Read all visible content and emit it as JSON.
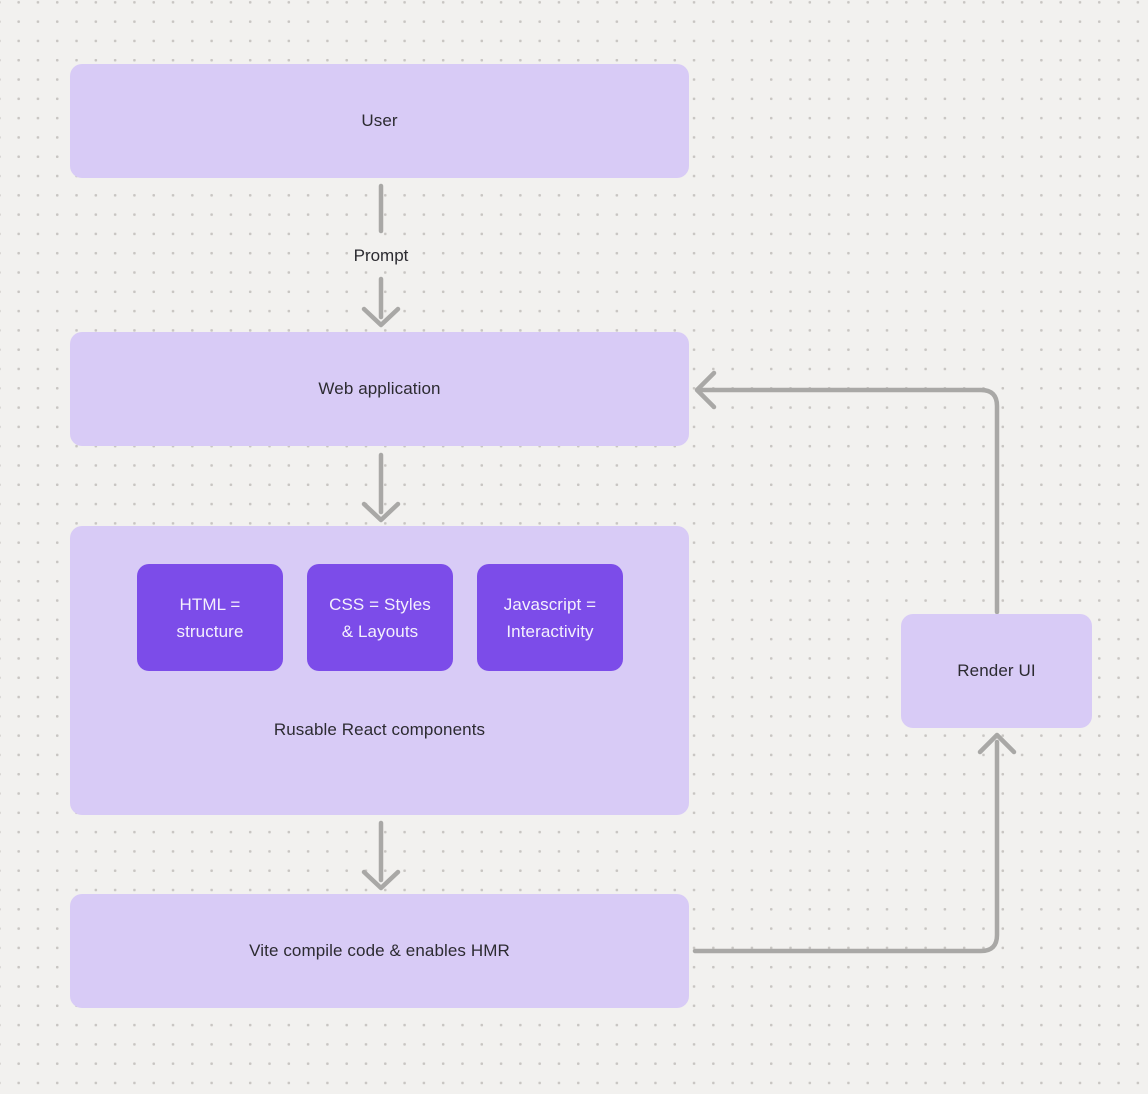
{
  "theme": {
    "canvas_bg": "#f2f1ef",
    "dot_color": "#c8c5c2",
    "box_fill_light": "#d8cbf6",
    "box_fill_dark": "#7c4ce9",
    "arrow_color": "#a9a8a6",
    "text_dark": "#2c2b31",
    "text_light": "#f4f0fd"
  },
  "nodes": {
    "user": {
      "label": "User"
    },
    "web_application": {
      "label": "Web application"
    },
    "components_group": {
      "label": "Rusable React components",
      "children": [
        {
          "line1": "HTML =",
          "line2": "structure"
        },
        {
          "line1": "CSS = Styles",
          "line2": "& Layouts"
        },
        {
          "line1": "Javascript =",
          "line2": "Interactivity"
        }
      ]
    },
    "vite": {
      "label": "Vite compile code & enables HMR"
    },
    "render_ui": {
      "label": "Render UI"
    }
  },
  "edges": [
    {
      "from": "user",
      "to": "web_application",
      "label": "Prompt"
    },
    {
      "from": "web_application",
      "to": "components_group",
      "label": ""
    },
    {
      "from": "components_group",
      "to": "vite",
      "label": ""
    },
    {
      "from": "vite",
      "to": "render_ui",
      "label": ""
    },
    {
      "from": "render_ui",
      "to": "web_application",
      "label": ""
    }
  ]
}
